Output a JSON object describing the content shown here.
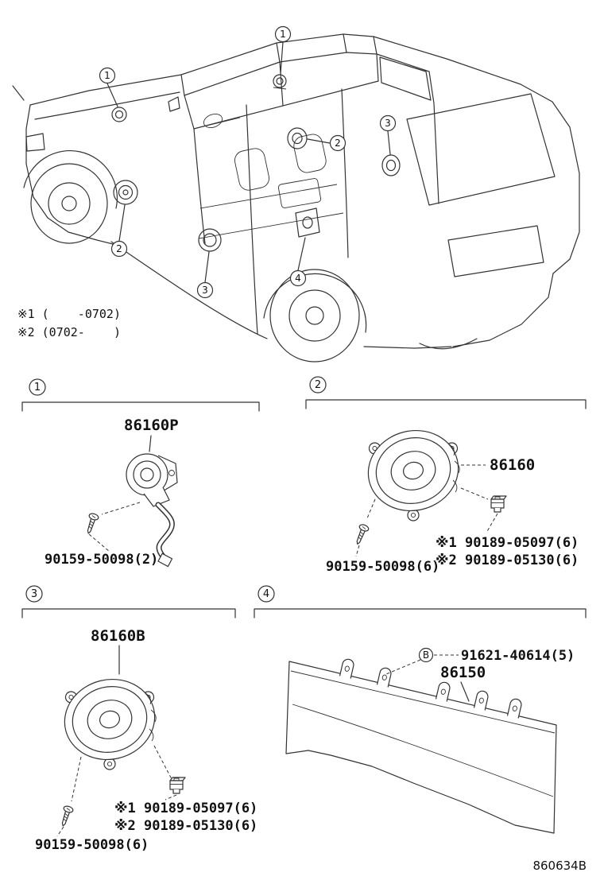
{
  "page": {
    "doc_id": "860634B",
    "background": "#ffffff",
    "line_color": "#333333"
  },
  "notes": {
    "line1": "※1 (    -0702)",
    "line2": "※2 (0702-    )"
  },
  "car": {
    "callouts": [
      {
        "n": "1"
      },
      {
        "n": "1"
      },
      {
        "n": "2"
      },
      {
        "n": "2"
      },
      {
        "n": "3"
      },
      {
        "n": "3"
      },
      {
        "n": "4"
      }
    ]
  },
  "sections": {
    "s1": {
      "num": "1",
      "part_main": "86160P",
      "part_screw": "90159-50098(2)"
    },
    "s2": {
      "num": "2",
      "part_main": "86160",
      "part_screw": "90159-50098(6)",
      "clip_v1": "※1 90189-05097(6)",
      "clip_v2": "※2 90189-05130(6)"
    },
    "s3": {
      "num": "3",
      "part_main": "86160B",
      "part_screw": "90159-50098(6)",
      "clip_v1": "※1 90189-05097(6)",
      "clip_v2": "※2 90189-05130(6)"
    },
    "s4": {
      "num": "4",
      "fastener_badge": "B",
      "part_fastener": "91621-40614(5)",
      "part_main": "86150"
    }
  }
}
